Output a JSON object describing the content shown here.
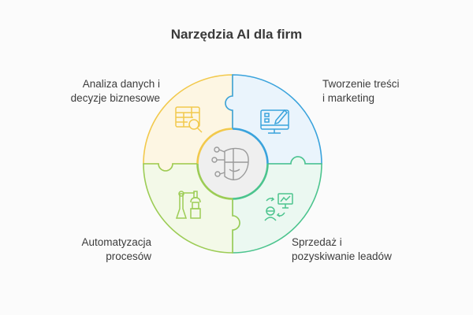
{
  "title": "Narzędzia AI dla firm",
  "center": {
    "icon": "ai-face-circuit-icon"
  },
  "segments": [
    {
      "id": "analysis",
      "lines": [
        "Analiza danych i",
        "decyzje biznesowe"
      ],
      "icon": "table-search-icon",
      "color": "#f2c94c",
      "fill": "#fdf6e3"
    },
    {
      "id": "content",
      "lines": [
        "Tworzenie treści",
        "i marketing"
      ],
      "icon": "monitor-pencil-icon",
      "color": "#3aa3dc",
      "fill": "#eaf4fc"
    },
    {
      "id": "sales",
      "lines": [
        "Sprzedaż i",
        "pozyskiwanie leadów"
      ],
      "icon": "person-chart-icon",
      "color": "#4cc48e",
      "fill": "#ebf8f1"
    },
    {
      "id": "automation",
      "lines": [
        "Automatyzacja",
        "procesów"
      ],
      "icon": "robot-arm-icon",
      "color": "#9ccc55",
      "fill": "#f3f9e8"
    }
  ],
  "center_fill": "#efefef",
  "center_icon_color": "#999999"
}
